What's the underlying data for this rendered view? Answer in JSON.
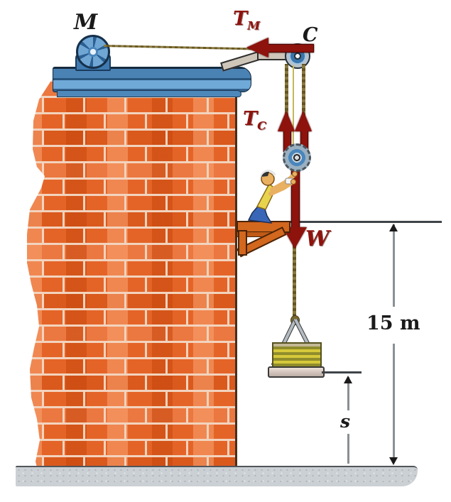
{
  "labels": {
    "motor": "M",
    "pulley": "C",
    "tension_m_base": "T",
    "tension_m_sub": "M",
    "tension_c_base": "T",
    "tension_c_sub": "C",
    "weight": "W",
    "total_height": "15 m",
    "ground_clearance": "s"
  },
  "colors": {
    "force_red": "#8e130d",
    "brick_orange": "#e46428",
    "mortar": "#f3d3bd",
    "ledge_blue": "#4a82b4",
    "pulley_blue": "#4a86bc",
    "rope_olive": "#8a7a40",
    "wood_orange": "#d2671e",
    "dimension_gray": "#8a9094",
    "ground_gray": "#cbd0d4"
  }
}
